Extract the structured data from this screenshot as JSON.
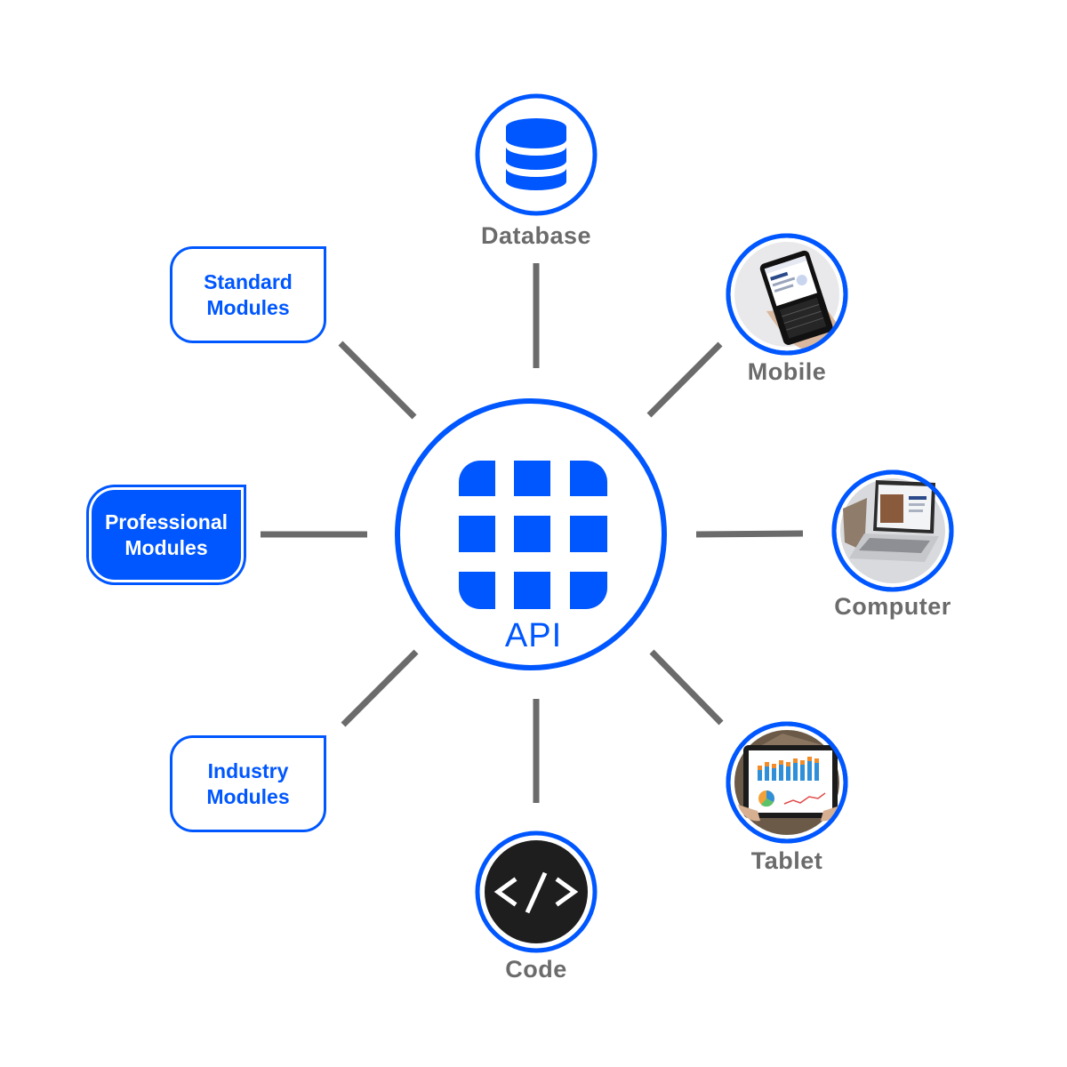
{
  "center": {
    "label": "API",
    "icon": "app-grid-icon"
  },
  "colors": {
    "accent": "#0057ff",
    "connector": "#6b6b6b",
    "label": "#6b6b6b",
    "code_bg": "#1e1e1e"
  },
  "nodes": {
    "database": {
      "label": "Database",
      "icon": "database-icon"
    },
    "mobile": {
      "label": "Mobile",
      "icon": "smartphone-photo"
    },
    "computer": {
      "label": "Computer",
      "icon": "laptop-photo"
    },
    "tablet": {
      "label": "Tablet",
      "icon": "tablet-chart-photo"
    },
    "code": {
      "label": "Code",
      "icon": "code-icon"
    }
  },
  "modules": {
    "standard": {
      "line1": "Standard",
      "line2": "Modules"
    },
    "professional": {
      "line1": "Professional",
      "line2": "Modules"
    },
    "industry": {
      "line1": "Industry",
      "line2": "Modules"
    }
  }
}
